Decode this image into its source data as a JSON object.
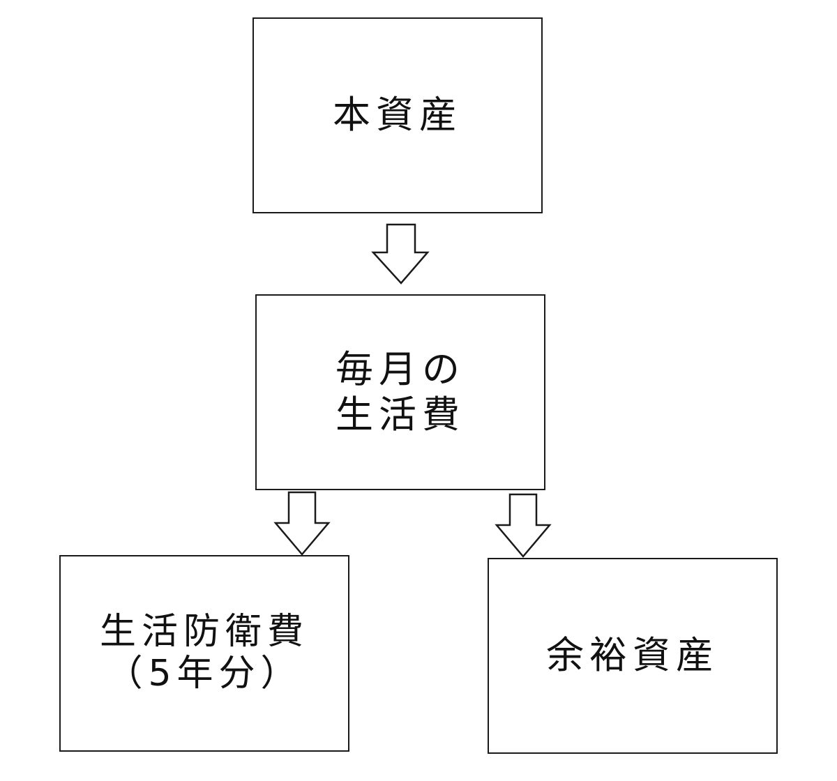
{
  "diagram": {
    "top_box": {
      "label": "本資産"
    },
    "middle_box": {
      "line1": "毎月の",
      "line2": "生活費"
    },
    "bottom_left_box": {
      "line1": "生活防衛費",
      "line2": "（5年分）"
    },
    "bottom_right_box": {
      "label": "余裕資産"
    },
    "arrows": [
      {
        "from": "本資産",
        "to": "毎月の生活費",
        "direction": "down"
      },
      {
        "from": "毎月の生活費",
        "to": "生活防衛費（5年分）",
        "direction": "down"
      },
      {
        "from": "毎月の生活費",
        "to": "余裕資産",
        "direction": "down"
      }
    ],
    "colors": {
      "stroke": "#1a1a1a",
      "fill": "#ffffff",
      "text": "#111111"
    }
  }
}
